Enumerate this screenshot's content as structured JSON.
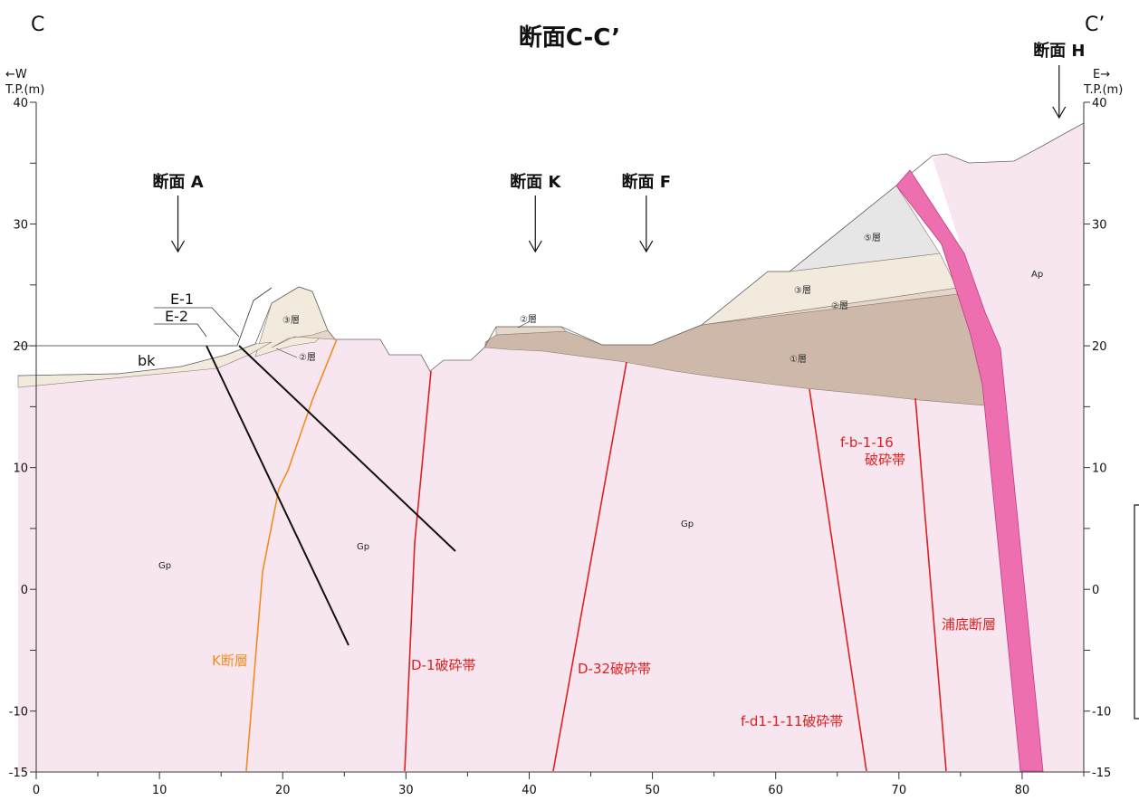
{
  "corner_left": "C",
  "corner_right": "C’",
  "title": "断面C-C’",
  "direction_left": "←W",
  "direction_right": "E→",
  "unit_left": "T.P.(m)",
  "unit_right": "T.P.(m)",
  "x_axis": {
    "min": 0,
    "max": 85,
    "tick_labels": [
      "0",
      "10",
      "20",
      "30",
      "40",
      "50",
      "60",
      "70",
      "80"
    ],
    "tick_values": [
      0,
      10,
      20,
      30,
      40,
      50,
      60,
      70,
      80
    ]
  },
  "y_axis": {
    "min": -15,
    "max": 40,
    "tick_labels": [
      "40",
      "30",
      "20",
      "10",
      "0",
      "-10",
      "-15"
    ],
    "tick_values": [
      40,
      30,
      20,
      10,
      0,
      -10,
      -15
    ]
  },
  "section_markers": [
    {
      "label": "断面 A",
      "x": 11.5
    },
    {
      "label": "断面 K",
      "x": 40.5
    },
    {
      "label": "断面 F",
      "x": 49.5
    },
    {
      "label": "断面 H",
      "x": 83
    }
  ],
  "boreholes": [
    {
      "label": "E-1",
      "top": [
        18.0,
        20.0
      ],
      "bottom": [
        33.6,
        3.0
      ]
    },
    {
      "label": "E-2",
      "top": [
        14.0,
        20.0
      ],
      "bottom": [
        25.0,
        -4.7
      ]
    }
  ],
  "fill_layer": {
    "label": "bk"
  },
  "layers": [
    {
      "label": "③層"
    },
    {
      "label": "②層"
    },
    {
      "label": "②層"
    },
    {
      "label": "③層"
    },
    {
      "label": "②層"
    },
    {
      "label": "①層"
    },
    {
      "label": "⑤層"
    }
  ],
  "rock_units": [
    {
      "label": "Gp"
    },
    {
      "label": "Gp"
    },
    {
      "label": "Gp"
    },
    {
      "label": "Ap"
    }
  ],
  "faults": [
    {
      "label": "K断層",
      "color": "#f28c1e"
    },
    {
      "label": "D-1破砕帯",
      "color": "#e02020"
    },
    {
      "label": "D-32破砕帯",
      "color": "#e02020"
    },
    {
      "label": "f-d1-1-11破砕帯",
      "color": "#e02020"
    },
    {
      "label": "f-b-1-16",
      "label2": "破砕帯",
      "color": "#e02020"
    },
    {
      "label": "浦底断層",
      "color": "#e02020"
    }
  ],
  "colors": {
    "bedrock": "#f7e6ef",
    "layer1": "#cdb8a9",
    "layer2": "#e4d6c8",
    "layer3": "#f2eadc",
    "layer5": "#e6e6e6",
    "fault_zone": "#ee6fb0",
    "orange_fault": "#f28c1e",
    "red_fault": "#e02020"
  }
}
